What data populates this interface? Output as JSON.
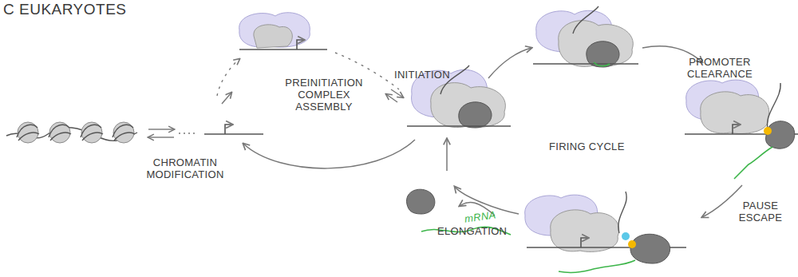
{
  "diagram": {
    "title": "EUKARYOTES",
    "labels": [
      "C",
      "PREINITIATION COMPLEX ASSEMBLY",
      "CHROMATIN MODIFICATION",
      "INITIATION",
      "PROMOTER CLEARANCE",
      "FIRING CYCLE",
      "PAUSE ESCAPE",
      "ELONGATION",
      "mRNA"
    ]
  }
}
